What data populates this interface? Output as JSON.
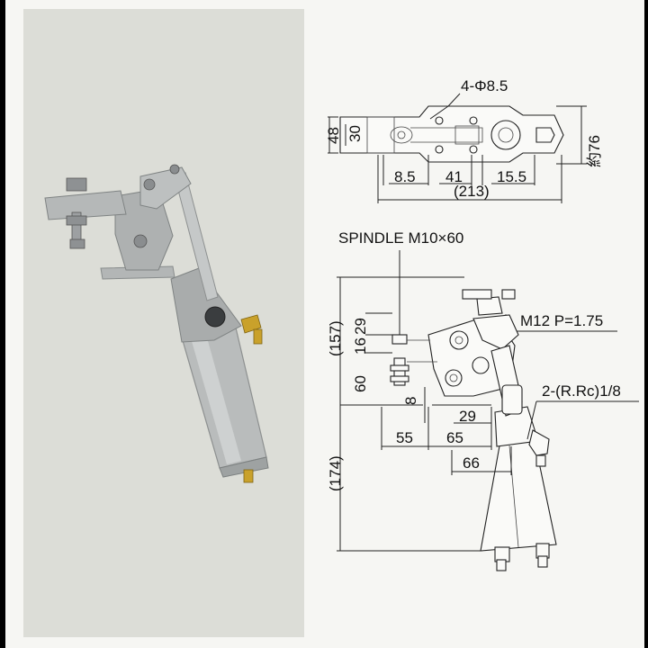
{
  "top_view": {
    "hole_label": "4-Φ8.5",
    "height_outer": "48",
    "height_inner": "30",
    "width_side": "約76",
    "bottom_dims": [
      "8.5",
      "41",
      "15.5"
    ],
    "overall_length": "(213)"
  },
  "side_view": {
    "spindle_label": "SPINDLE M10×60",
    "thread_label": "M12 P=1.75",
    "port_label": "2-(R.Rc)1/8",
    "upper_height": "(157)",
    "lower_height": "(174)",
    "left_dims": [
      "29",
      "16",
      "60"
    ],
    "dim_8": "8",
    "dim_29": "29",
    "dim_55": "55",
    "dim_65": "65",
    "dim_66": "66"
  },
  "colors": {
    "background": "#f6f6f3",
    "photo_panel": "#dcddd7",
    "metal": "#b9bcbc",
    "brass": "#c9a12b",
    "line": "#222222"
  }
}
